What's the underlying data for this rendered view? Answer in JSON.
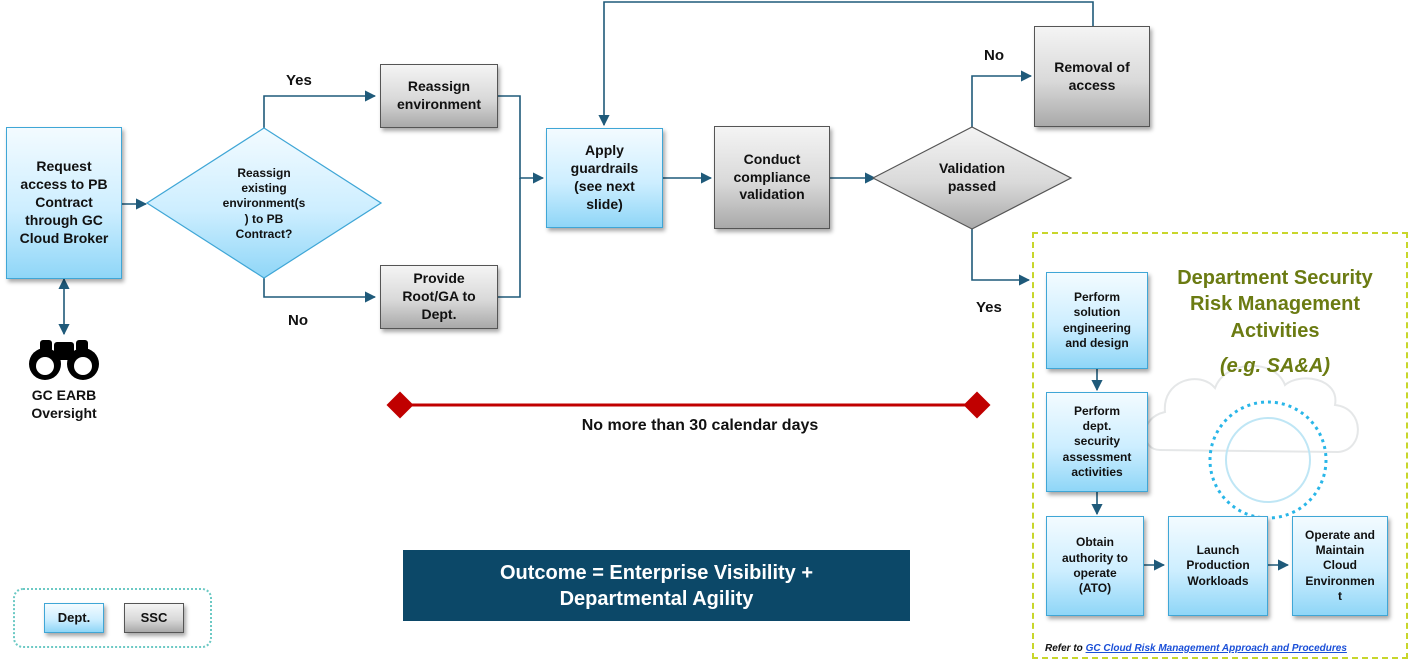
{
  "nodes": {
    "request": "Request\naccess to PB\nContract\nthrough GC\nCloud Broker",
    "decision": "Reassign\nexisting\nenvironment(s\n) to PB\nContract?",
    "reassign": "Reassign\nenvironment",
    "provide": "Provide\nRoot/GA to\nDept.",
    "guardrails": "Apply\nguardrails\n(see next\nslide)",
    "conduct": "Conduct\ncompliance\nvalidation",
    "validation": "Validation\npassed",
    "removal": "Removal of\naccess",
    "perform_engineering": "Perform\nsolution\nengineering\nand design",
    "perform_assessment": "Perform\ndept.\nsecurity\nassessment\nactivities",
    "obtain_ato": "Obtain\nauthority to\noperate\n(ATO)",
    "launch": "Launch\nProduction\nWorkloads",
    "operate": "Operate and\nMaintain\nCloud\nEnvironmen\nt"
  },
  "edge_labels": {
    "yes": "Yes",
    "no": "No"
  },
  "oversight": "GC EARB\nOversight",
  "risk_panel": {
    "title": "Department Security\nRisk Management\nActivities",
    "example": "(e.g. SA&A)"
  },
  "timeline": "No more than 30 calendar days",
  "outcome": "Outcome = Enterprise Visibility +\nDepartmental Agility",
  "reference": {
    "prefix": "Refer to ",
    "link": "GC Cloud Risk Management Approach and Procedures"
  },
  "legend": {
    "dept": "Dept.",
    "ssc": "SSC"
  },
  "colors": {
    "dept_fill": "#cdeeff",
    "ssc_fill": "#d9d9d9",
    "connector": "#1f5a7a",
    "timeline": "#c00000",
    "outcome_bg": "#0c4868",
    "risk_border": "#c8d62b",
    "risk_text": "#6b7b12",
    "legend_border": "#6cc9c4"
  }
}
